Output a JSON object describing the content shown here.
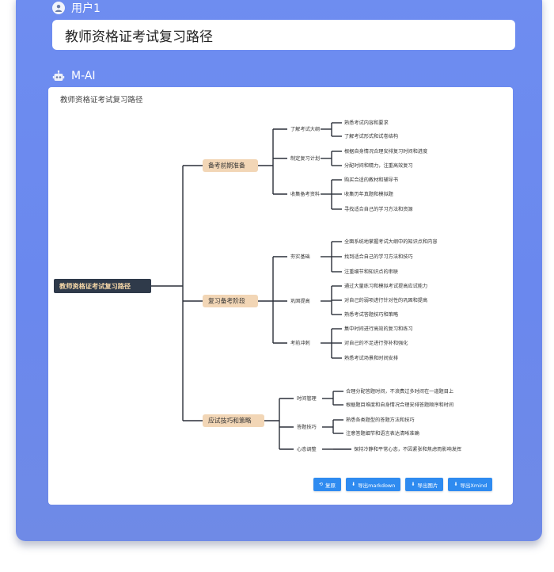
{
  "user": {
    "role_name": "用户1",
    "message": "教师资格证考试复习路径"
  },
  "ai": {
    "role_name": "M-AI",
    "card_title": "教师资格证考试复习路径"
  },
  "mindmap": {
    "root": "教师资格证考试复习路径",
    "branches": [
      {
        "label": "备考前期准备",
        "children": [
          {
            "label": "了解考试大纲",
            "leaves": [
              "熟悉考试内容和要求",
              "了解考试形式和试卷结构"
            ]
          },
          {
            "label": "制定复习计划",
            "leaves": [
              "根据自身情况合理安排复习时间和进度",
              "分配时间和精力，注重高效复习"
            ]
          },
          {
            "label": "收集备考资料",
            "leaves": [
              "购买合适的教材和辅导书",
              "收集历年真题和模拟题",
              "寻找适合自己的学习方法和资源"
            ]
          }
        ]
      },
      {
        "label": "复习备考阶段",
        "children": [
          {
            "label": "夯实基础",
            "leaves": [
              "全面系统地掌握考试大纲中的知识点和内容",
              "找到适合自己的学习方法和技巧",
              "注重细节和知识点的串联"
            ]
          },
          {
            "label": "巩固提高",
            "leaves": [
              "通过大量练习和模拟考试提高应试能力",
              "对自己的弱项进行针对性的巩固和提高",
              "熟悉考试答题技巧和策略"
            ]
          },
          {
            "label": "考前冲刺",
            "leaves": [
              "集中时间进行高效的复习和练习",
              "对自己的不足进行弥补和强化",
              "熟悉考试场景和时间安排"
            ]
          }
        ]
      },
      {
        "label": "应试技巧和策略",
        "children": [
          {
            "label": "时间管理",
            "leaves": [
              "合理分配答题时间，不浪费过多时间在一道题目上",
              "根据题目难度和自身情况合理安排答题顺序和时间"
            ]
          },
          {
            "label": "答题技巧",
            "leaves": [
              "熟悉各类题型的答题方法和技巧",
              "注意答题细节和语言表达清晰准确"
            ]
          },
          {
            "label": "心态调整",
            "leaves": [
              "保持冷静和平常心态，不因紧张和焦虑而影响发挥"
            ]
          }
        ]
      }
    ]
  },
  "buttons": {
    "reset": {
      "label": "复原",
      "icon": "reset-icon"
    },
    "export_markdown": {
      "label": "导出markdown",
      "icon": "download-icon"
    },
    "export_image": {
      "label": "导出图片",
      "icon": "download-icon"
    },
    "export_xmind": {
      "label": "导出Xmind",
      "icon": "download-icon"
    }
  },
  "colors": {
    "panel": "#6e8df0",
    "root_node": "#2f3a4a",
    "root_text": "#f5d7a8",
    "branch_node": "#f2d6b6",
    "button": "#2f8bf0"
  }
}
